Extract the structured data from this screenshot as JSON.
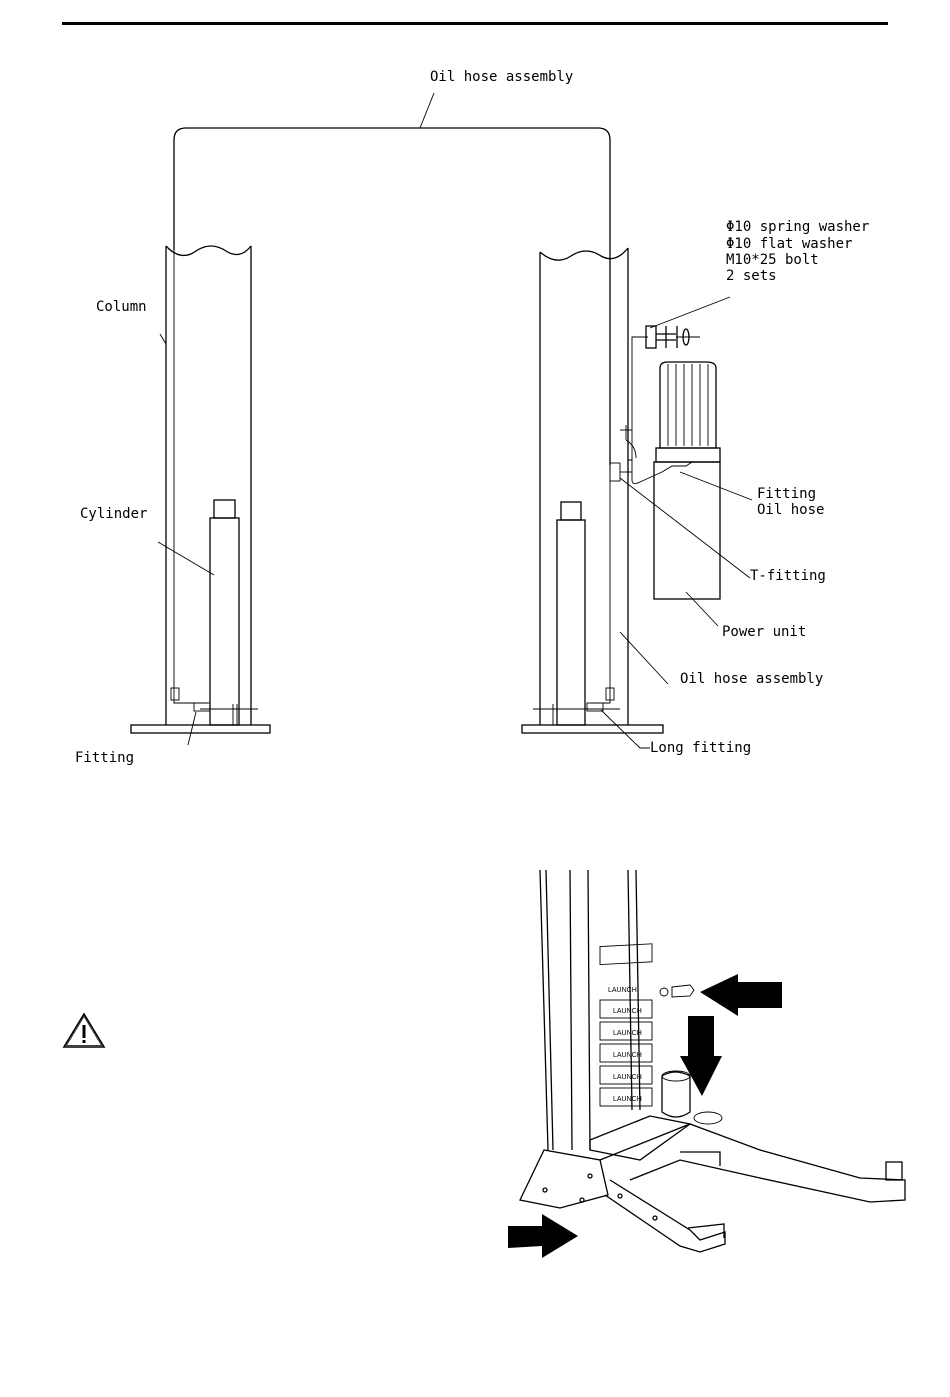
{
  "diagram": {
    "labels": {
      "oil_hose_top": "Oil hose assembly",
      "spring_washer": "Φ10 spring washer",
      "flat_washer": "Φ10 flat washer",
      "bolt": "M10*25 bolt",
      "sets": "2 sets",
      "column": "Column",
      "cylinder": "Cylinder",
      "fitting_label": "Fitting",
      "oil_hose_label": "Oil hose",
      "t_fitting": "T-fitting",
      "power_unit": "Power unit",
      "oil_hose_bottom": "Oil hose assembly",
      "fitting_left": "Fitting",
      "long_fitting": "Long fitting"
    }
  },
  "illustration": {
    "brand_text": "LAUNCH"
  },
  "icons": [
    "warning-triangle-icon",
    "arrow-right-icon",
    "arrow-down-icon"
  ]
}
